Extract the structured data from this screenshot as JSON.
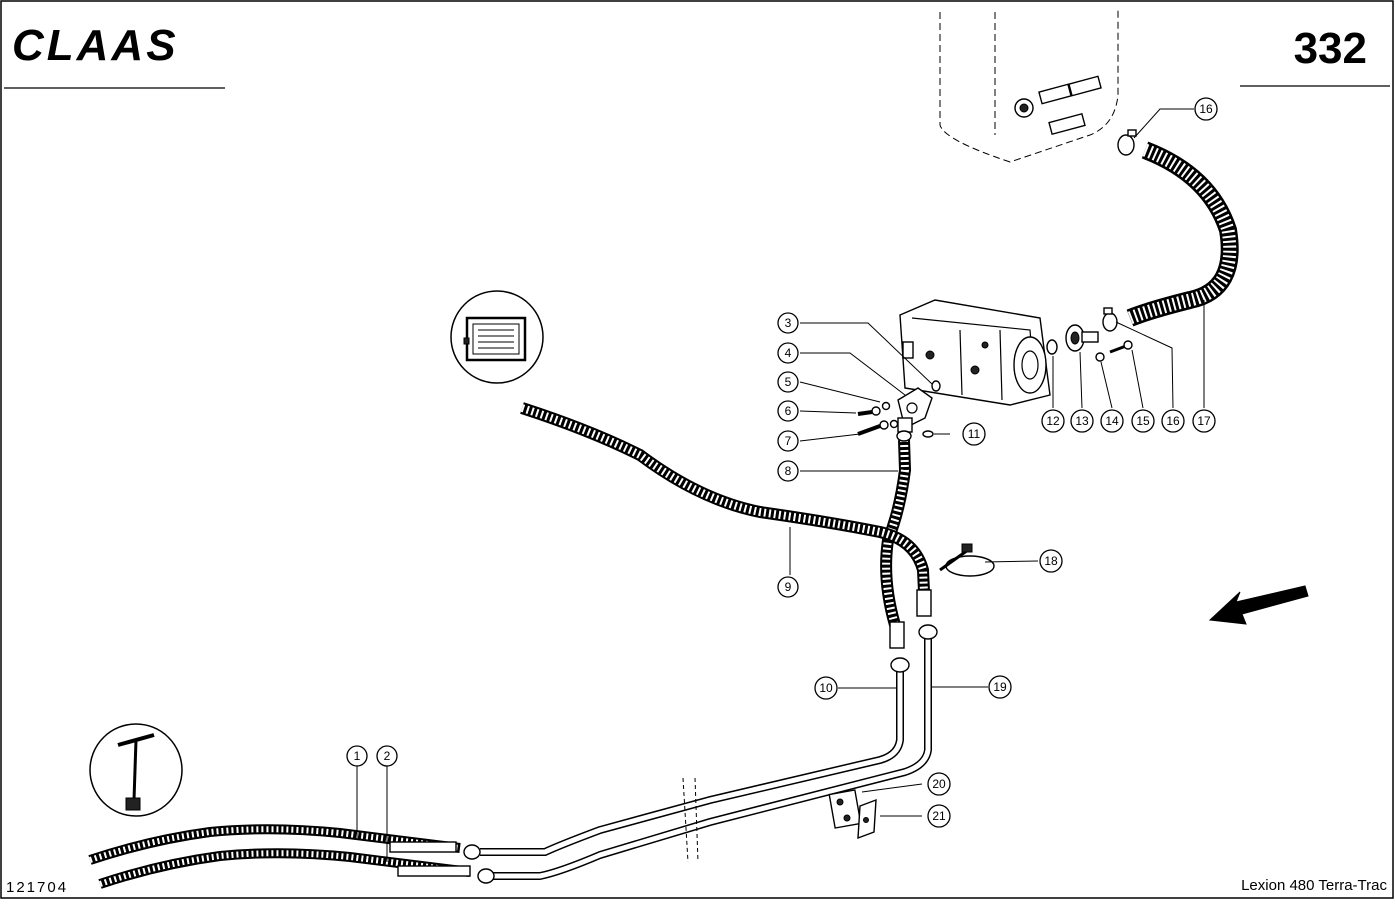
{
  "header": {
    "brand": "CLAAS",
    "page_number": "332"
  },
  "footer": {
    "drawing_number": "121704",
    "model": "Lexion 480 Terra-Trac"
  },
  "callouts": [
    "1",
    "2",
    "3",
    "4",
    "5",
    "6",
    "7",
    "8",
    "9",
    "10",
    "11",
    "12",
    "13",
    "14",
    "15",
    "16",
    "16",
    "17",
    "18",
    "19",
    "20",
    "21"
  ]
}
